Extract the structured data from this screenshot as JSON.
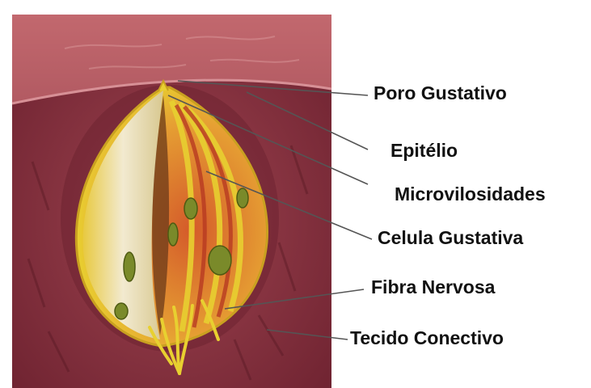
{
  "diagram": {
    "labels": {
      "poro_gustativo": "Poro Gustativo",
      "epitelio": "Epitélio",
      "microvilosidades": "Microvilosidades",
      "celula_gustativa": "Celula Gustativa",
      "fibra_nervosa": "Fibra Nervosa",
      "tecido_conectivo": "Tecido Conectivo"
    },
    "colors": {
      "tissue_dark": "#7a2a36",
      "tissue_mid": "#9e4450",
      "epithelium_surface": "#c97a80",
      "bud_yellow": "#e8d030",
      "bud_red": "#c8502a",
      "bud_cream": "#efe4bf",
      "leader_line": "#555555",
      "label_text": "#111111"
    }
  }
}
